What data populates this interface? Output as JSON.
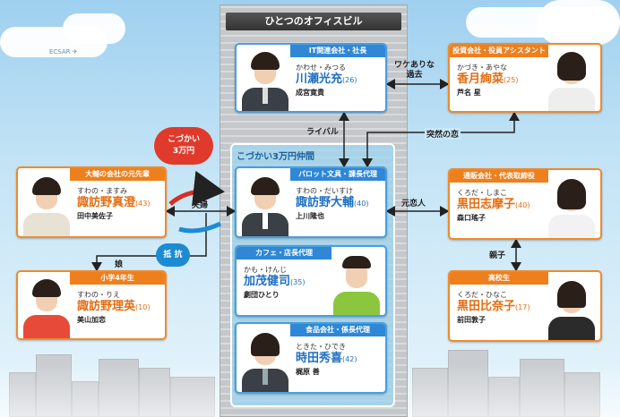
{
  "building_title": "ひとつのオフィスビル",
  "group_label": "こづかい3万円仲間",
  "money_badge": [
    "こづかい",
    "3万円"
  ],
  "resist_label": "抵 抗",
  "plane_label": "ECSAR",
  "people": {
    "kawase": {
      "head": "IT関連会社・社長",
      "yomi": "かわせ・みつる",
      "name": "川瀬光充",
      "age": "(26)",
      "actor": "成宮寛貴"
    },
    "kazuki": {
      "head": "投資会社・役員アシスタント",
      "yomi": "かづき・あやな",
      "name": "香月絢菜",
      "age": "(25)",
      "actor": "芦名 星"
    },
    "daisuke": {
      "head": "パロット文具・課長代理",
      "yomi": "すわの・だいすけ",
      "name": "諏訪野大輔",
      "age": "(40)",
      "actor": "上川隆也"
    },
    "masumi": {
      "head": "大輔の会社の元先輩",
      "yomi": "すわの・ますみ",
      "name": "諏訪野真澄",
      "age": "(43)",
      "actor": "田中美佐子"
    },
    "rie": {
      "head": "小学4年生",
      "yomi": "すわの・りえ",
      "name": "諏訪野理英",
      "age": "(10)",
      "actor": "美山加恋"
    },
    "kamo": {
      "head": "カフェ・店長代理",
      "yomi": "かも・けんじ",
      "name": "加茂健司",
      "age": "(35)",
      "actor": "劇団ひとり"
    },
    "tokita": {
      "head": "食品会社・係長代理",
      "yomi": "ときた・ひでき",
      "name": "時田秀喜",
      "age": "(42)",
      "actor": "梶原 善"
    },
    "shimako": {
      "head": "通販会社・代表取締役",
      "yomi": "くろだ・しまこ",
      "name": "黒田志摩子",
      "age": "(40)",
      "actor": "森口瑤子"
    },
    "hinako": {
      "head": "高校生",
      "yomi": "くろだ・ひなこ",
      "name": "黒田比奈子",
      "age": "(17)",
      "actor": "前田敦子"
    }
  },
  "relations": {
    "wakeari": [
      "ワケありな",
      "過去"
    ],
    "rival": "ライバル",
    "totsuzen": "突然の恋",
    "fufu": "夫婦",
    "motokoibito": "元恋人",
    "musume": "娘",
    "oyako": "親子"
  },
  "colors": {
    "blue": "#2f87d6",
    "orange": "#ee7f1d",
    "red": "#e03a2d"
  }
}
